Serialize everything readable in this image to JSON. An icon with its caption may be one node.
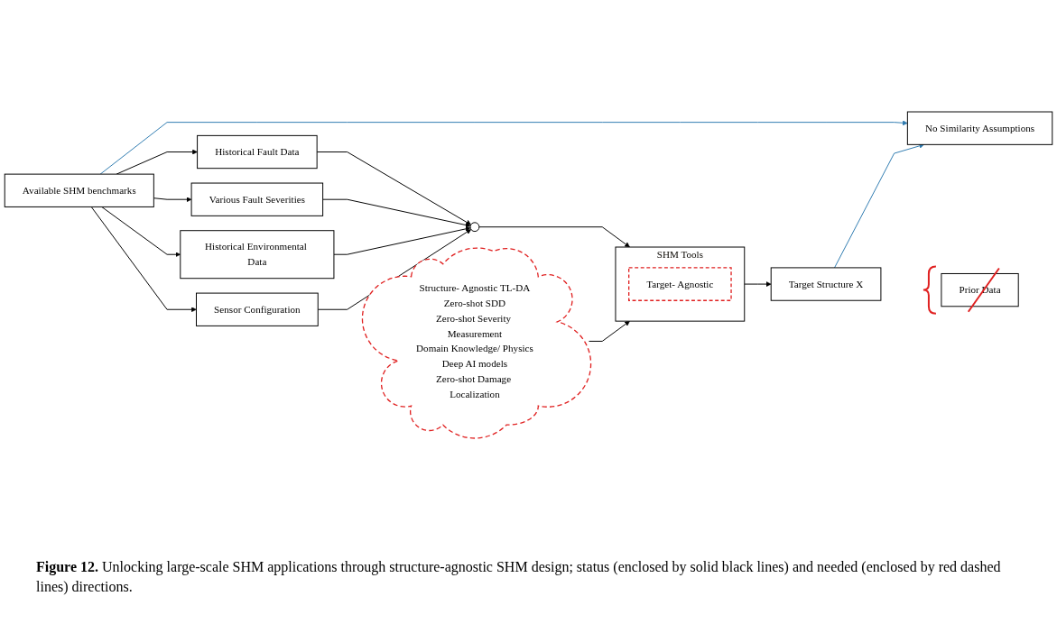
{
  "diagram": {
    "nodes": [
      {
        "text": [
          "Structure- Agnostic TL-DA",
          "Zero-shot SDD",
          "Zero-shot Severity Measurement",
          "Domain Knowledge/ Physics",
          "Deep AI models",
          "Zero-shot Damage Localization"
        ]
      },
      {
        "text": [
          "Available SHM benchmarks"
        ]
      },
      {
        "text": [
          "Historical Fault Data"
        ]
      },
      {
        "text": [
          "Various Fault Severities"
        ]
      },
      {
        "text": [
          "Historical Environmental Data"
        ]
      },
      {
        "text": [
          "Sensor Configuration"
        ]
      },
      {
        "text": [],
        "shape": "circle"
      },
      {
        "text": [
          "SHM Tools"
        ]
      },
      {
        "text": [
          "Target- Agnostic"
        ],
        "in": 7
      },
      {
        "text": [
          "Target Structure X"
        ]
      },
      {
        "text": [
          "Prior Data"
        ]
      },
      {
        "text": [
          "No Similarity Assumptions"
        ]
      }
    ],
    "edges": [
      {
        "from": 1,
        "to": 2,
        "arrow": "to"
      },
      {
        "from": 1,
        "to": 3,
        "arrow": "to"
      },
      {
        "from": 1,
        "to": 4,
        "arrow": "to"
      },
      {
        "from": 1,
        "to": 5,
        "arrow": "to"
      },
      {
        "from": 2,
        "to": 6,
        "arrow": "to"
      },
      {
        "from": 3,
        "to": 6,
        "arrow": "to"
      },
      {
        "from": 4,
        "to": 6,
        "arrow": "to"
      },
      {
        "from": 5,
        "to": 6,
        "arrow": "to"
      },
      {
        "from": 6,
        "to": 7,
        "arrow": "to"
      },
      {
        "from": 0,
        "to": 7,
        "arrow": "to"
      },
      {
        "from": 7,
        "to": 9,
        "arrow": "to"
      },
      {
        "from": 1,
        "to": 11,
        "arrow": "to",
        "color": "#2f7bb0"
      },
      {
        "from": 9,
        "to": 11,
        "arrow": "to",
        "color": "#2f7bb0"
      }
    ],
    "caption": "**Figure 12.** Unlocking large-scale SHM applications through structure-agnostic SHM design; status (enclosed by solid black lines) and needed (enclosed by red dashed lines) directions."
  }
}
